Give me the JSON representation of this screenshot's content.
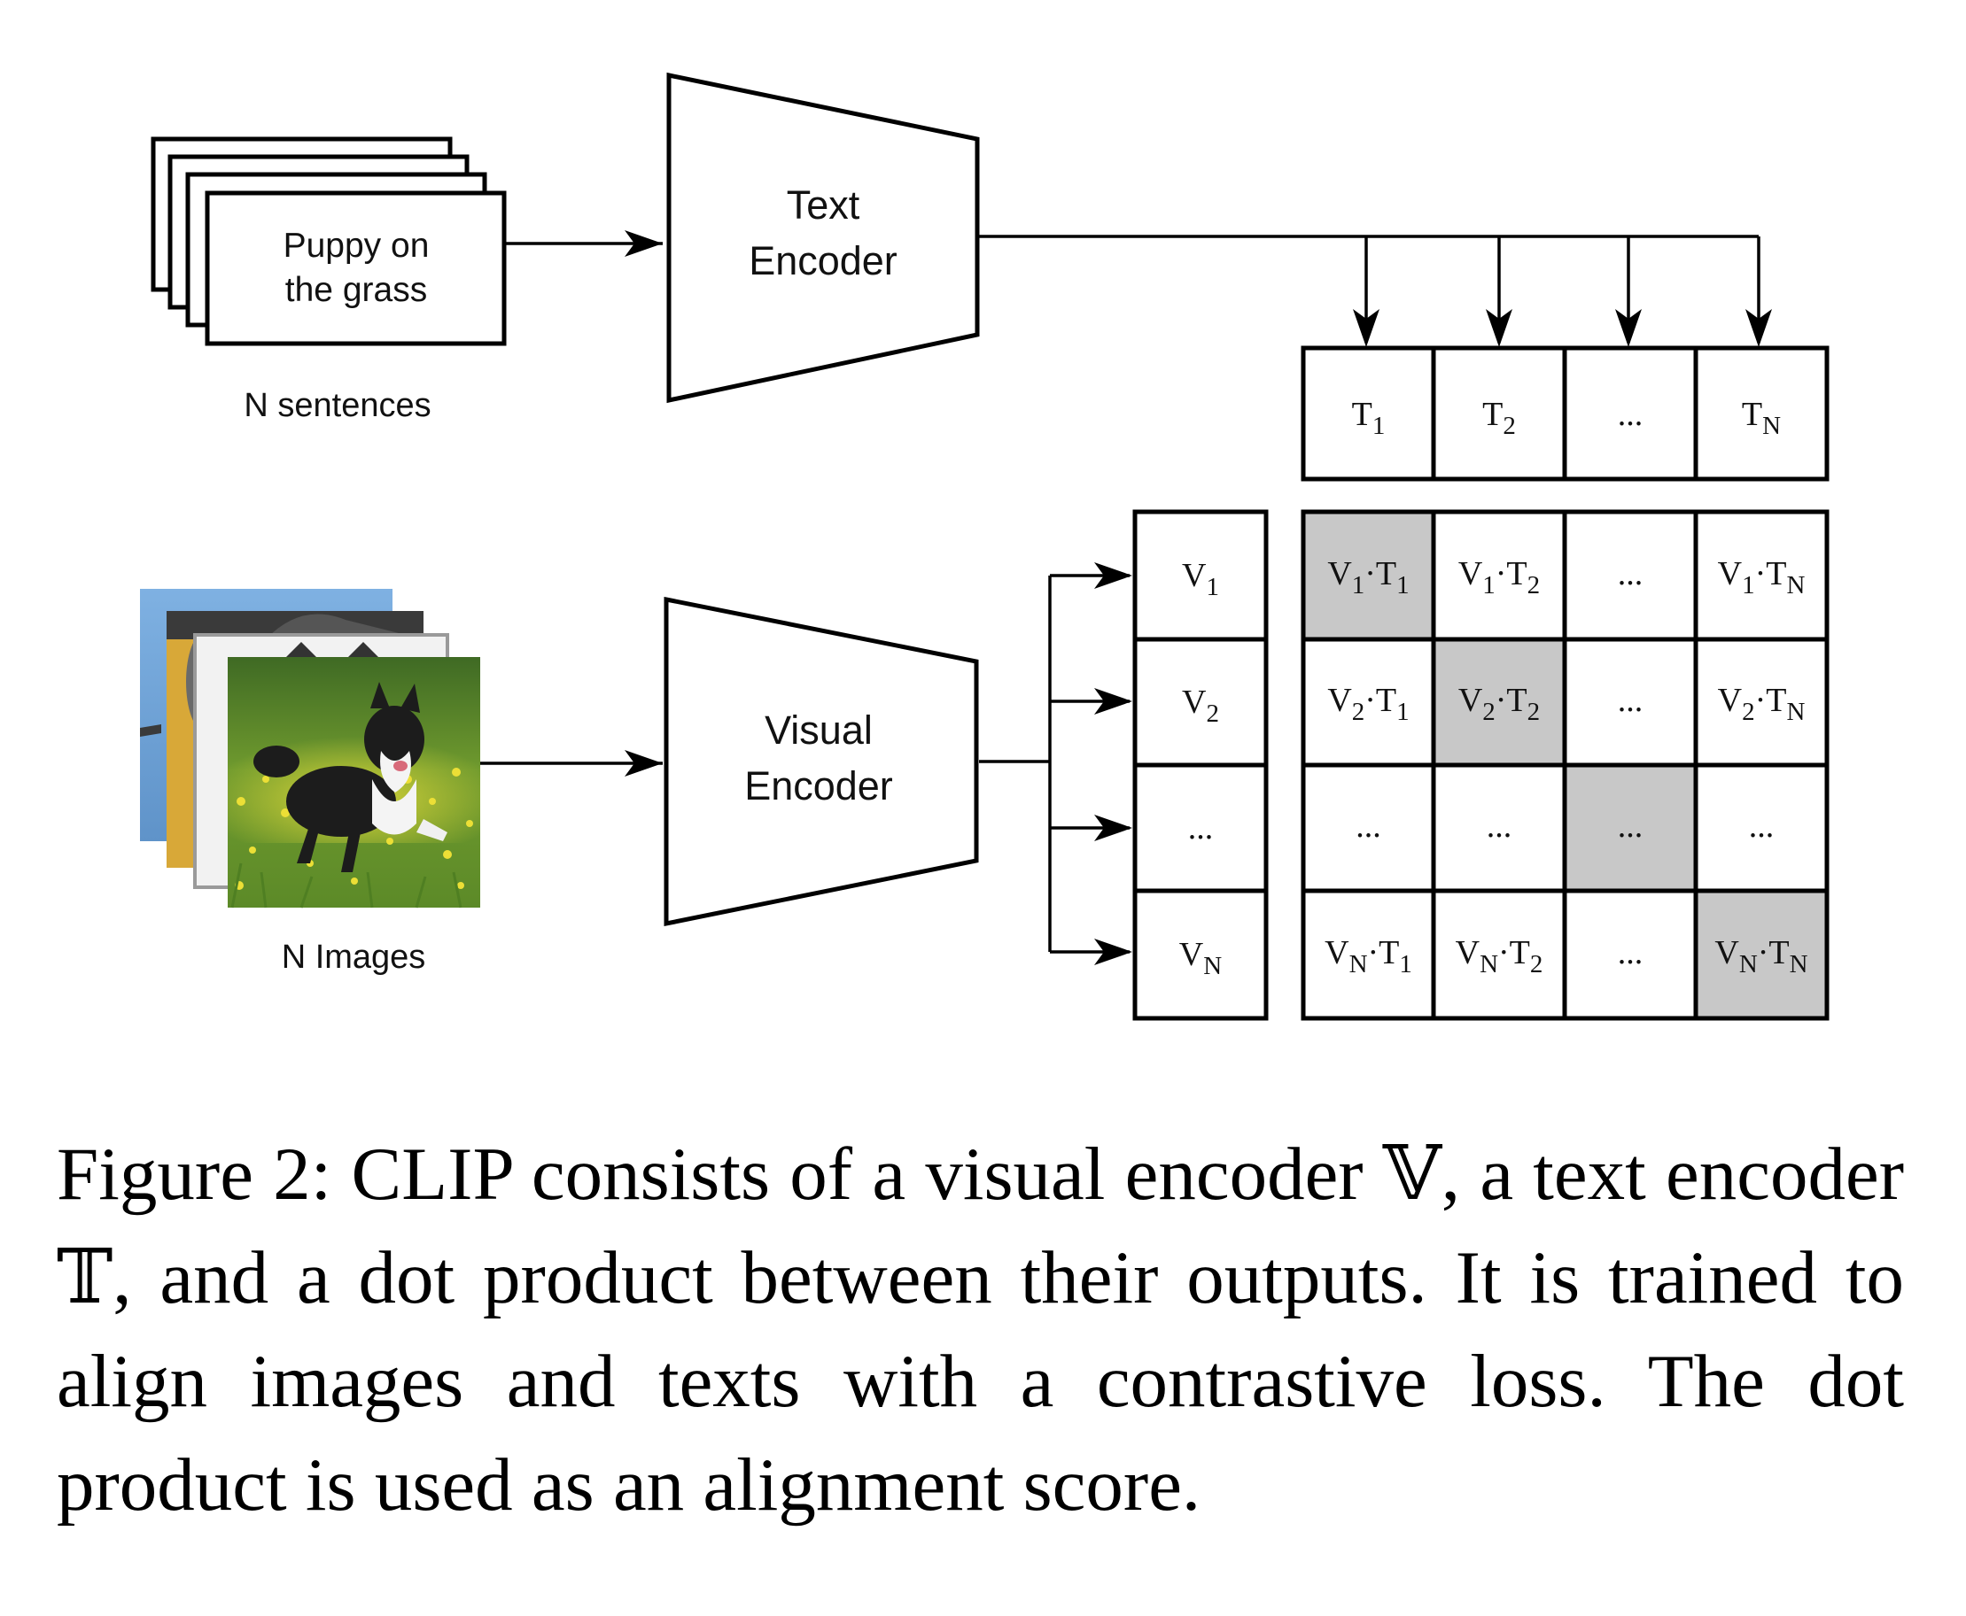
{
  "text_stack": {
    "sentence": [
      "Puppy on",
      "the grass"
    ],
    "label": "N sentences"
  },
  "image_stack": {
    "label": "N Images"
  },
  "text_encoder": {
    "lines": [
      "Text",
      "Encoder"
    ]
  },
  "visual_encoder": {
    "lines": [
      "Visual",
      "Encoder"
    ]
  },
  "text_embeddings": [
    {
      "base": "T",
      "sub": "1"
    },
    {
      "base": "T",
      "sub": "2"
    },
    {
      "base": "...",
      "sub": ""
    },
    {
      "base": "T",
      "sub": "N"
    }
  ],
  "visual_embeddings": [
    {
      "base": "V",
      "sub": "1"
    },
    {
      "base": "V",
      "sub": "2"
    },
    {
      "base": "...",
      "sub": ""
    },
    {
      "base": "V",
      "sub": "N"
    }
  ],
  "matrix": {
    "rows": [
      [
        {
          "v": "1",
          "t": "1"
        },
        {
          "v": "1",
          "t": "2"
        },
        {
          "dots": "..."
        },
        {
          "v": "1",
          "t": "N"
        }
      ],
      [
        {
          "v": "2",
          "t": "1"
        },
        {
          "v": "2",
          "t": "2"
        },
        {
          "dots": "..."
        },
        {
          "v": "2",
          "t": "N"
        }
      ],
      [
        {
          "dots": "..."
        },
        {
          "dots": "..."
        },
        {
          "dots": "..."
        },
        {
          "dots": "..."
        }
      ],
      [
        {
          "v": "N",
          "t": "1"
        },
        {
          "v": "N",
          "t": "2"
        },
        {
          "dots": "..."
        },
        {
          "v": "N",
          "t": "N"
        }
      ]
    ],
    "highlight": "diagonal",
    "highlight_color": "#c8c8c8"
  },
  "caption": "Figure 2: CLIP consists of a visual encoder 𝕍, a text encoder 𝕋, and a dot product between their outputs. It is trained to align images and texts with a contrastive loss. The dot product is used as an alignment score."
}
